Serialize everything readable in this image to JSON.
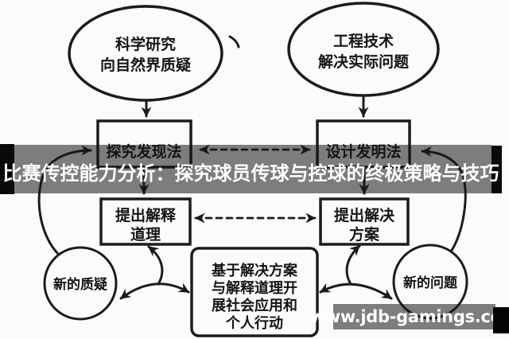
{
  "banner": {
    "title": "比赛传控能力分析：探究球员传球与控球的终极策略与技巧"
  },
  "watermark": {
    "url": "www.jdb-gamings.com"
  },
  "diagram": {
    "science_ellipse": {
      "line1": "科学研究",
      "line2": "向自然界质疑"
    },
    "engineering_ellipse": {
      "line1": "工程技术",
      "line2": "解决实际问题"
    },
    "inquiry_box": {
      "label": "探究发现法"
    },
    "design_box": {
      "label": "设计发明法"
    },
    "explain_box": {
      "line1": "提出解释",
      "line2": "道理"
    },
    "solution_box": {
      "line1": "提出解决",
      "line2": "方案"
    },
    "action_box": {
      "line1": "基于解决方案",
      "line2": "与解释道理开",
      "line3": "展社会应用和",
      "line4": "个人行动"
    },
    "new_doubt_circle": {
      "label": "新的质疑"
    },
    "new_problem_circle": {
      "label": "新的问题"
    }
  },
  "colors": {
    "ink": "#1c1c1c",
    "paper": "#fbfbf9",
    "overlay": "rgba(22,22,22,0.55)",
    "overlay_solid": "#0a0a0a",
    "text_light": "#ffffff"
  }
}
